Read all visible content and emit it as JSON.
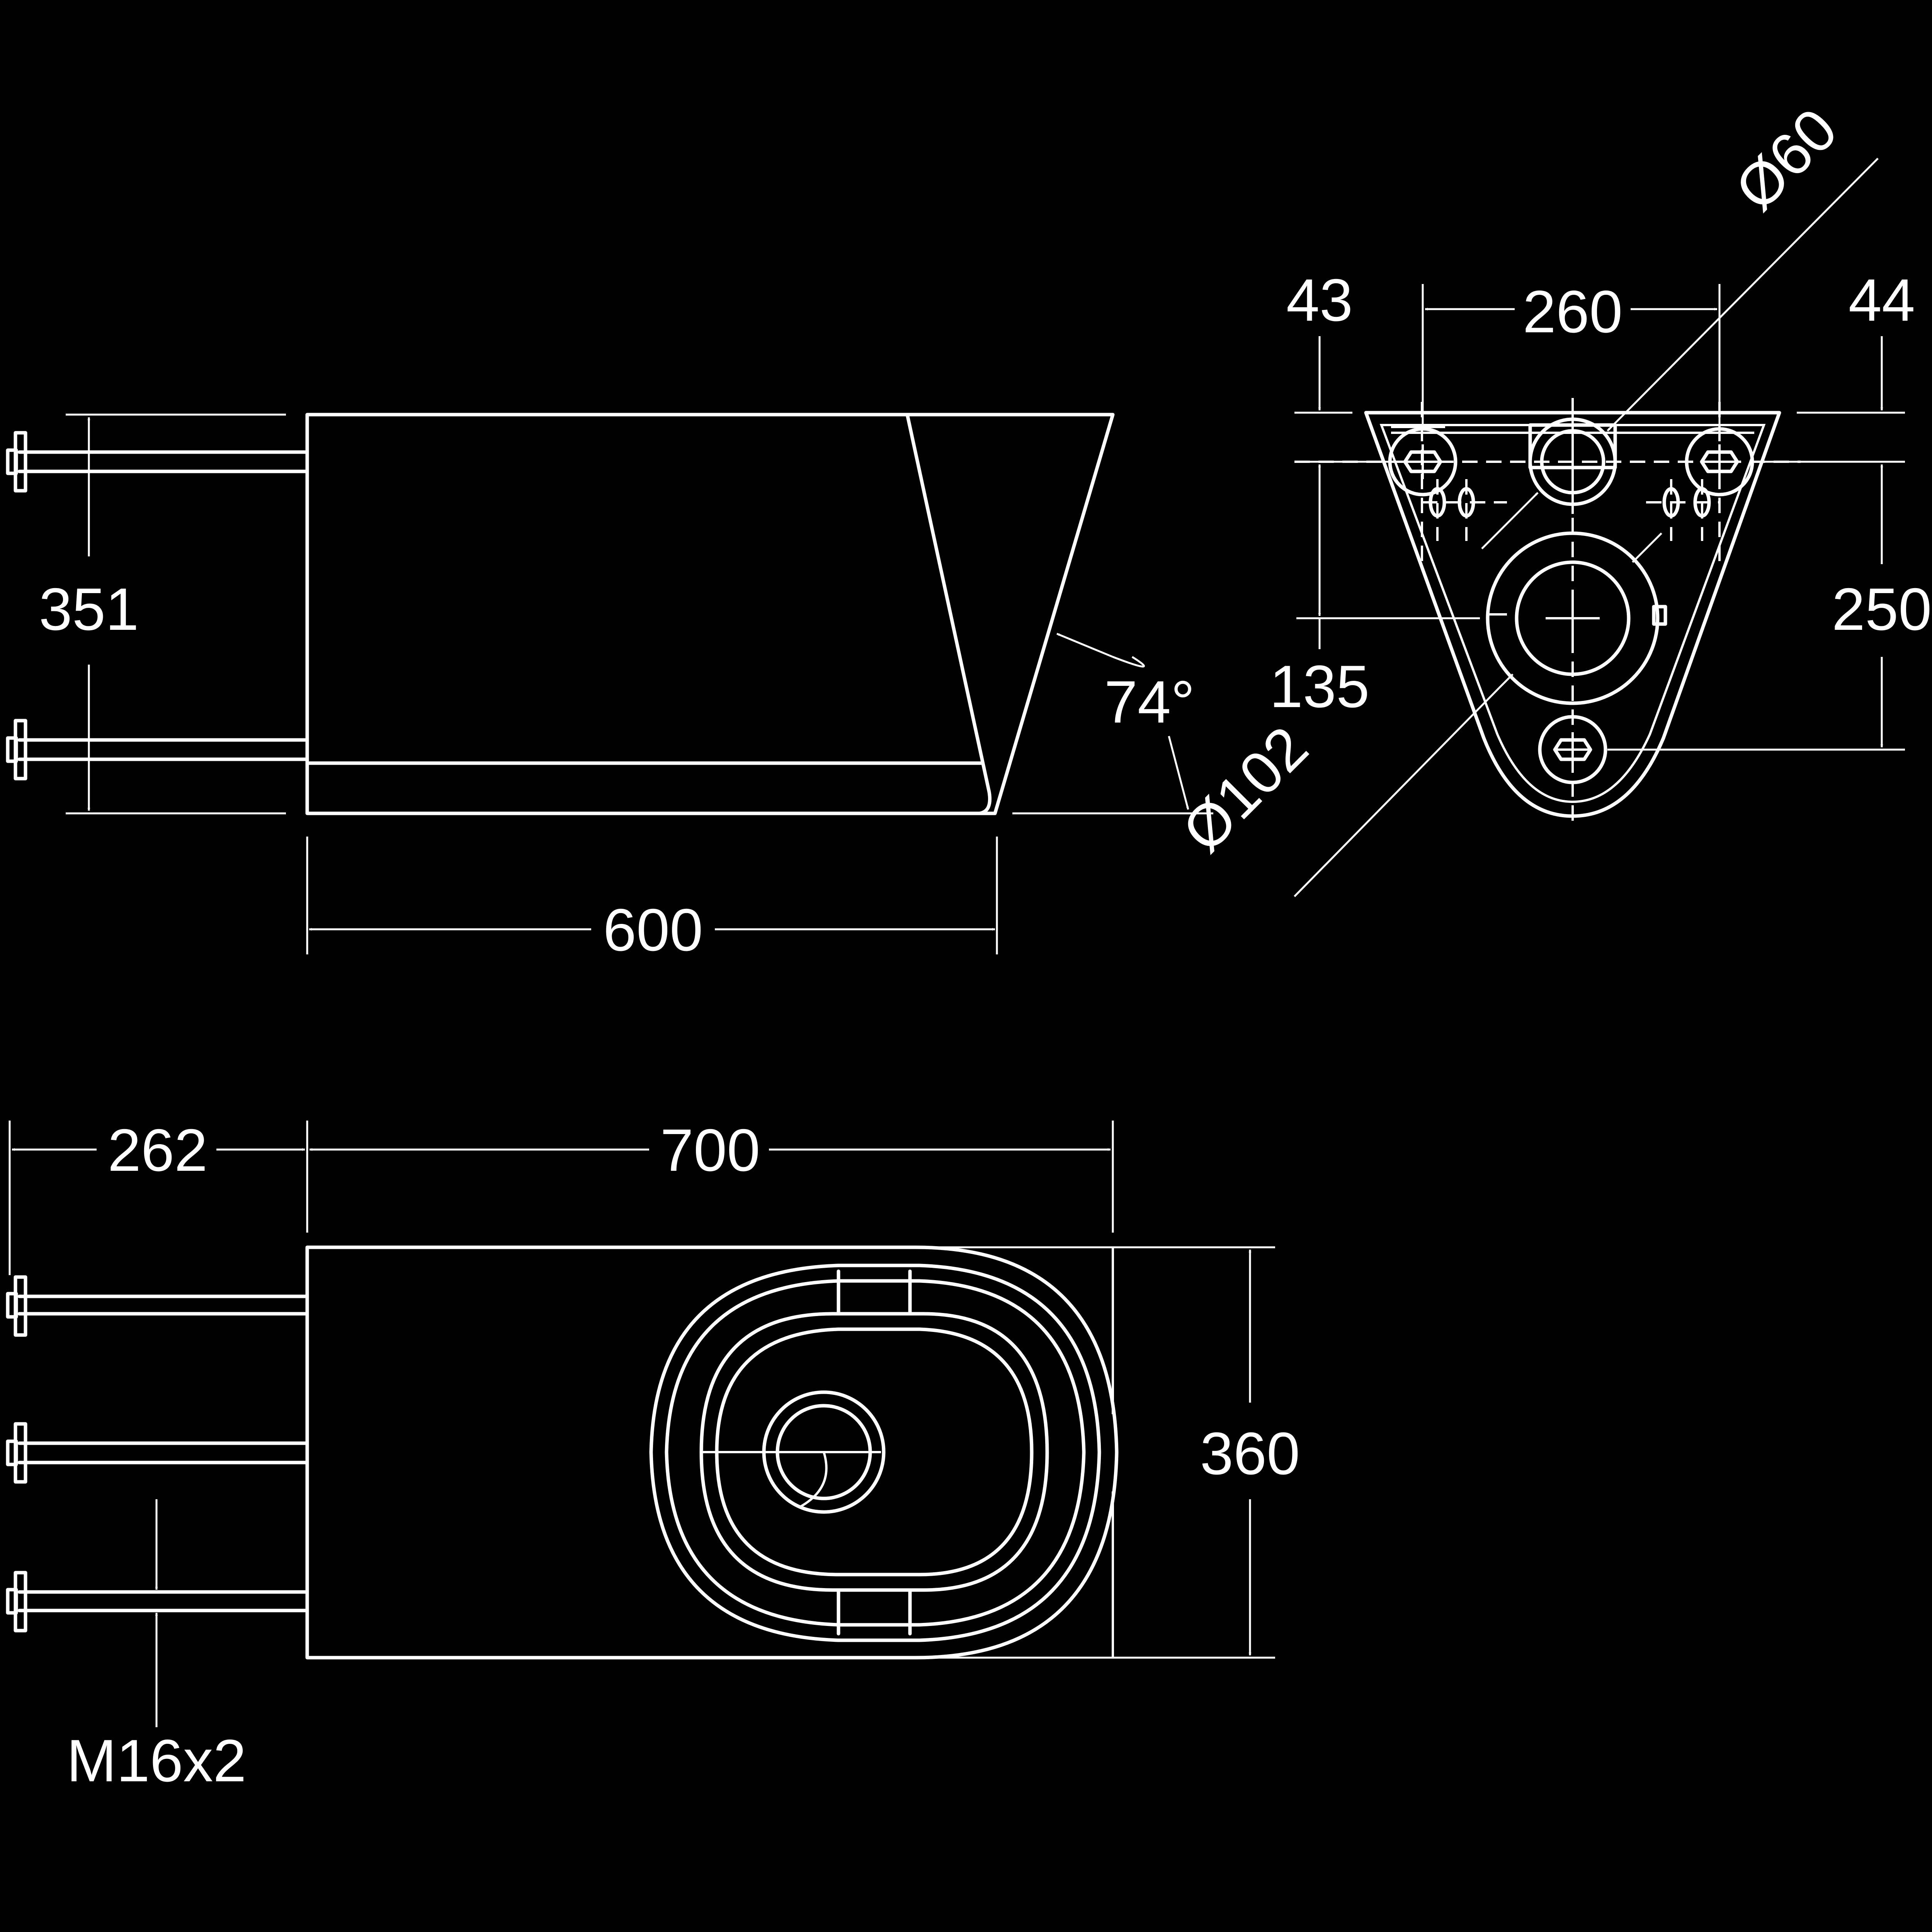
{
  "background_color": "#000000",
  "line_color": "#ffffff",
  "dimensions": {
    "side_height": "351",
    "side_length": "600",
    "side_angle": "74°",
    "front_left_offset": "43",
    "front_bolt_spacing": "260",
    "front_right_offset": "44",
    "front_inlet_diameter": "Ø60",
    "front_bolt_height": "135",
    "front_total_height": "250",
    "front_outlet_diameter": "Ø102",
    "plan_bolt_length": "262",
    "plan_length": "700",
    "plan_width": "360",
    "plan_thread": "M16x2"
  }
}
